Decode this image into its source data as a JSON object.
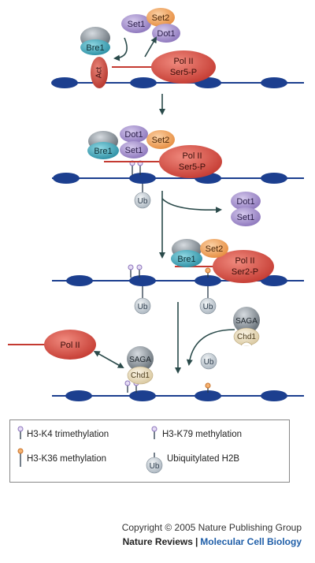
{
  "labels": {
    "set1": "Set1",
    "set2": "Set2",
    "dot1": "Dot1",
    "bre1": "Bre1",
    "act": "Act",
    "pol2": "Pol II",
    "ser5p": "Ser5-P",
    "ser2p": "Ser2-P",
    "ub": "Ub",
    "saga": "SAGA",
    "chd1": "Chd1"
  },
  "legend": {
    "k4": "H3-K4 trimethylation",
    "k79": "H3-K79 methylation",
    "k36": "H3-K36 methylation",
    "ubh2b": "Ubiquitylated H2B"
  },
  "footer": {
    "copyright": "Copyright © 2005 Nature Publishing Group",
    "journal": "Nature Reviews",
    "separator": "|",
    "section": "Molecular Cell Biology"
  },
  "colors": {
    "nucleosome": "#1c3f8f",
    "dna": "#1c3f8f",
    "pol2": "#d94f43",
    "bre1": "#3aa0b4",
    "set1": "#9b86c6",
    "set2": "#f0a25a",
    "saga": "#8e9aa3",
    "chd1": "#e8dcc0",
    "ub": "#c9d3db",
    "k4_mark": "#b49ad6",
    "k36_mark": "#f0a25a",
    "brand_blue": "#1f5ea8"
  }
}
